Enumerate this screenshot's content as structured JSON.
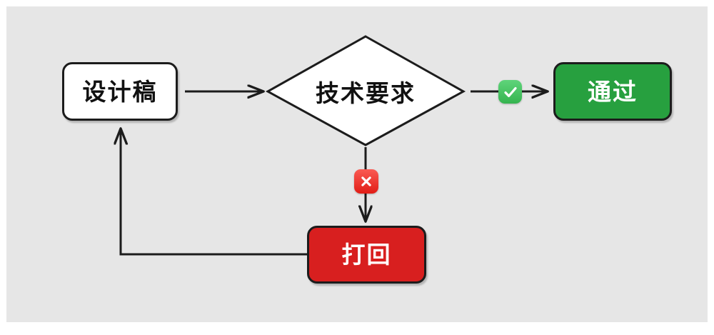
{
  "diagram": {
    "title": "design review flowchart",
    "background_color": "#e6e6e6",
    "nodes": [
      {
        "id": "start",
        "shape": "rounded-rect",
        "label": "设计稿",
        "fill": "#ffffff",
        "stroke": "#1c1c1c",
        "text_color": "#111111"
      },
      {
        "id": "decision",
        "shape": "diamond",
        "label": "技术要求",
        "fill": "#ffffff",
        "stroke": "#1c1c1c",
        "text_color": "#111111"
      },
      {
        "id": "pass",
        "shape": "rounded-rect",
        "label": "通过",
        "fill": "#27a03f",
        "stroke": "#1c1c1c",
        "text_color": "#ffffff"
      },
      {
        "id": "reject",
        "shape": "rounded-rect",
        "label": "打回",
        "fill": "#d81f1f",
        "stroke": "#1c1c1c",
        "text_color": "#ffffff"
      }
    ],
    "edges": [
      {
        "id": "start-to-decision",
        "from": "start",
        "to": "decision",
        "arrow": true,
        "badge": null
      },
      {
        "id": "decision-to-pass",
        "from": "decision",
        "to": "pass",
        "arrow": true,
        "badge": "check-mark-badge"
      },
      {
        "id": "decision-to-reject",
        "from": "decision",
        "to": "reject",
        "arrow": true,
        "badge": "cross-mark-badge"
      },
      {
        "id": "reject-to-start",
        "from": "reject",
        "to": "start",
        "arrow": true,
        "badge": null
      }
    ],
    "badges": [
      {
        "id": "yes",
        "icon": "check-mark-badge",
        "fill": "#35b44f",
        "glyph_color": "#ffffff"
      },
      {
        "id": "no",
        "icon": "cross-mark-badge",
        "fill": "#e11d16",
        "glyph_color": "#ffffff"
      }
    ],
    "line_color": "#1c1c1c"
  }
}
